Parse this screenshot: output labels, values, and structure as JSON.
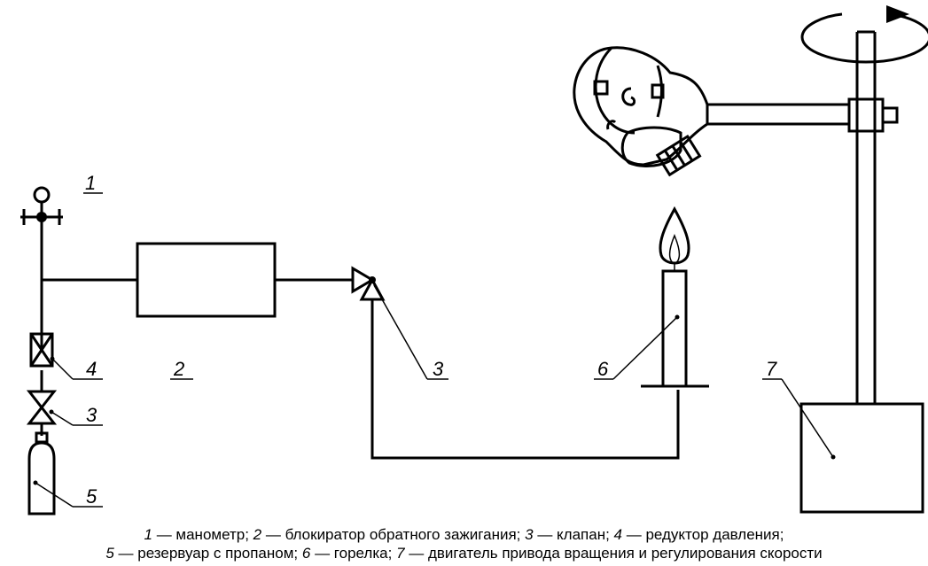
{
  "labels": {
    "l1": "1",
    "l2": "2",
    "l3a": "3",
    "l3b": "3",
    "l4": "4",
    "l5": "5",
    "l6": "6",
    "l7": "7"
  },
  "caption": {
    "line1": [
      {
        "num": "1",
        "text": " — манометр; "
      },
      {
        "num": "2",
        "text": " — блокиратор обратного зажигания; "
      },
      {
        "num": "3",
        "text": " — клапан; "
      },
      {
        "num": "4",
        "text": " — редуктор давления;"
      }
    ],
    "line2": [
      {
        "num": "5",
        "text": " — резервуар с пропаном; "
      },
      {
        "num": "6",
        "text": " — горелка; "
      },
      {
        "num": "7",
        "text": " — двигатель привода вращения и регулирования скорости"
      }
    ]
  }
}
